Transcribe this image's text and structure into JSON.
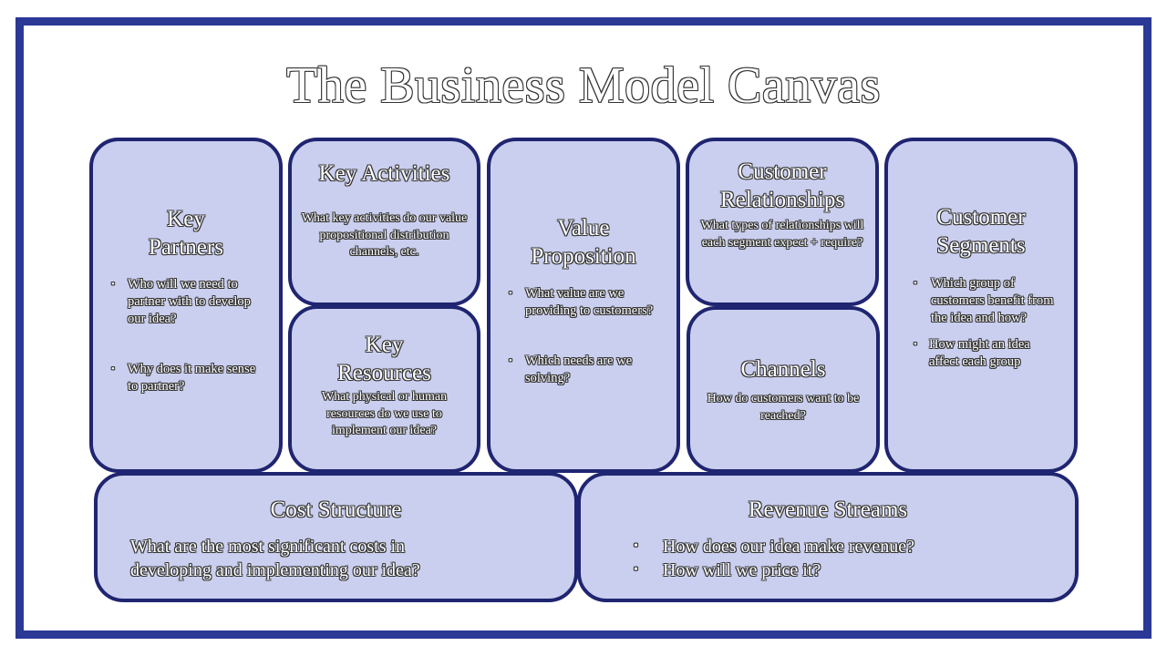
{
  "title": "The Business Model Canvas",
  "colors": {
    "frame": "#2B3895",
    "box_fill": "#CACFEF",
    "box_border": "#1F2570",
    "text_fill": "#FFFFFF",
    "text_outline": "#333333"
  },
  "sections": {
    "key_partners": {
      "title_line1": "Key",
      "title_line2": "Partners",
      "bullets": [
        "Who will we need to partner with to develop our idea?",
        "Why does it make sense to partner?"
      ]
    },
    "key_activities": {
      "title": "Key Activities",
      "text": "What key activities do our value propositional distribution channels, etc."
    },
    "key_resources": {
      "title_line1": "Key",
      "title_line2": "Resources",
      "text": "What physical or human resources do we use to implement our idea?"
    },
    "value_proposition": {
      "title_line1": "Value",
      "title_line2": "Proposition",
      "bullets": [
        "What value are we providing to customers?",
        "Which needs are we solving?"
      ]
    },
    "customer_relationships": {
      "title_line1": "Customer",
      "title_line2": "Relationships",
      "text": "What types of relationships will each segment expect + require?"
    },
    "channels": {
      "title": "Channels",
      "text": "How do customers want to be reached?"
    },
    "customer_segments": {
      "title_line1": "Customer",
      "title_line2": "Segments",
      "bullets": [
        "Which group of customers benefit from the idea and how?",
        "How might an idea affect each group"
      ]
    },
    "cost_structure": {
      "title": "Cost Structure",
      "text_line1": "What are the most significant costs in",
      "text_line2": "developing and implementing our idea?"
    },
    "revenue_streams": {
      "title": "Revenue Streams",
      "bullets": [
        "How does our idea make revenue?",
        "How will we price it?"
      ]
    }
  },
  "bullet_glyph": "•"
}
